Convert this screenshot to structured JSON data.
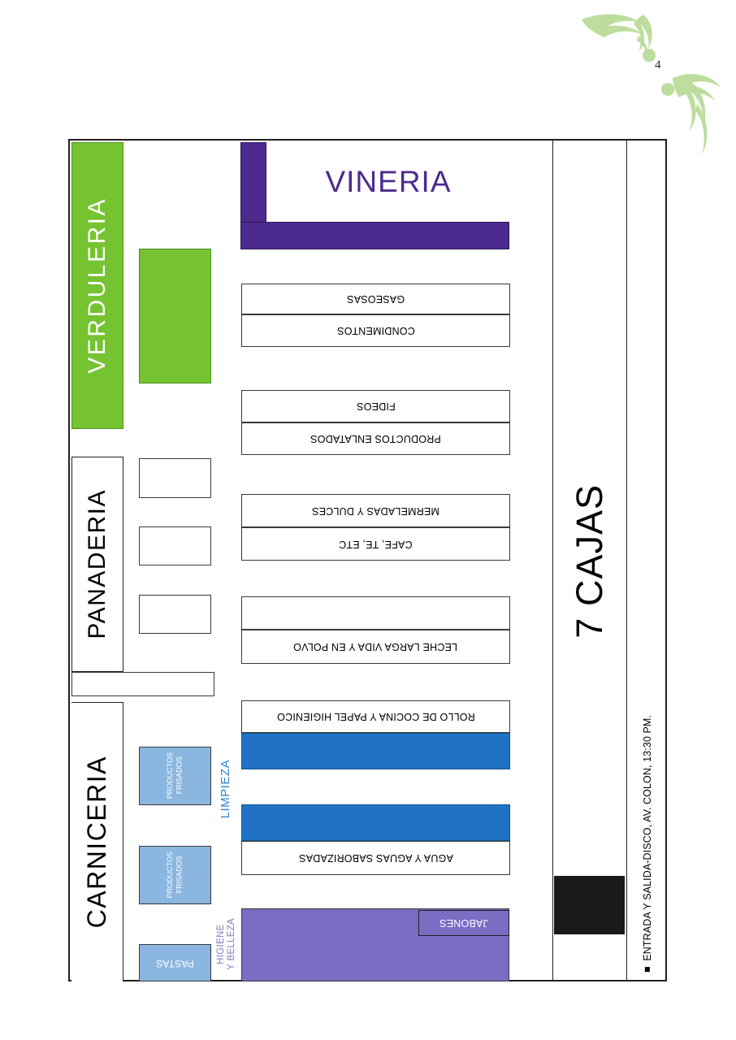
{
  "page": {
    "number": "4",
    "ornament": "green-leaf-swirl"
  },
  "plan": {
    "title_vineria": "VINERIA",
    "zones": {
      "verduleria": "VERDULERIA",
      "panaderia": "PANADERIA",
      "carniceria": "CARNICERIA",
      "cajas": "7 CAJAS"
    },
    "side_labels": {
      "limpieza": "LIMPIEZA",
      "higiene_line1": "HIGIENE",
      "higiene_line2": "Y BELLEZA"
    },
    "shelves": [
      {
        "id": "gaseosas",
        "label": "GASEOSAS"
      },
      {
        "id": "condimentos",
        "label": "CONDIMENTOS"
      },
      {
        "id": "fideos",
        "label": "FIDEOS"
      },
      {
        "id": "productos-enlatados",
        "label": "PRODUCTOS ENLATADOS"
      },
      {
        "id": "mermeladas",
        "label": "MERMELADAS Y DULCES"
      },
      {
        "id": "cafe-te",
        "label": "CAFE, TE, ETC"
      },
      {
        "id": "empty-shelf",
        "label": ""
      },
      {
        "id": "leche",
        "label": "LECHE LARGA VIDA Y EN POLVO"
      },
      {
        "id": "rollo-cocina",
        "label": "ROLLO DE COCINA Y PAPEL HIGIENICO"
      },
      {
        "id": "agua",
        "label": "AGUA Y AGUAS SABORIZADAS"
      }
    ],
    "product_boxes": [
      {
        "id": "frisados-1",
        "line1": "PRODUCTOS",
        "line2": "FRISADOS"
      },
      {
        "id": "frisados-2",
        "line1": "PRODUCTOS",
        "line2": "FRISADOS"
      },
      {
        "id": "pastas",
        "line1": "PASTAS",
        "line2": ""
      }
    ],
    "jabones": "JABONES",
    "caption": "■ ENTRADA Y SALIDA-DISCO, AV. COLON, 13:30 PM."
  },
  "colors": {
    "green": "#76c331",
    "purple_dark": "#4d2a8e",
    "purple_light": "#7b6cc4",
    "blue": "#1f72c4",
    "blue_light": "#8ab6e0",
    "black": "#1a1a1a",
    "ornament_green": "#b9dd9a"
  }
}
